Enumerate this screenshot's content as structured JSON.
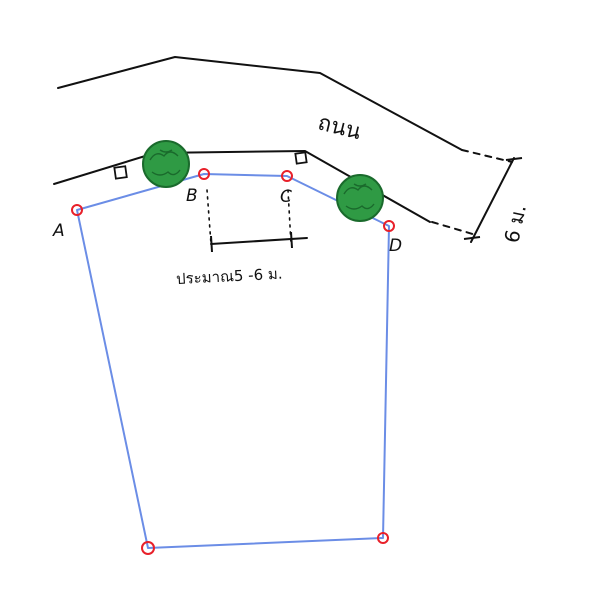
{
  "labels": {
    "point_a": "A",
    "point_b": "B",
    "point_c": "C",
    "point_d": "D",
    "road": "ถนน",
    "distance_bc": "ประมาณ5 -6 ม.",
    "road_width": "6 ม."
  },
  "colors": {
    "boundary": "#6b8de6",
    "marker": "#e8202a",
    "road_edge": "#111111",
    "tree_fill": "#2f9a44",
    "tree_stroke": "#1a6a2c",
    "text": "#111111"
  },
  "icons": {
    "tree": "tree-icon",
    "post": "survey-post-icon"
  }
}
